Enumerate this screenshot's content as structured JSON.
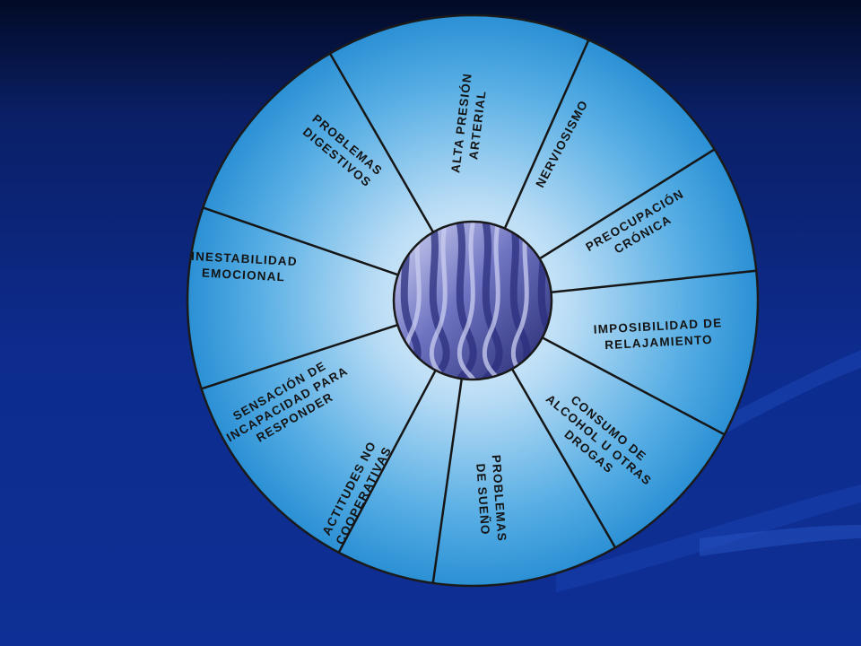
{
  "diagram": {
    "segments": [
      {
        "id": "alta-presion",
        "lines": [
          "ALTA PRESIÓN",
          "ARTERIAL"
        ]
      },
      {
        "id": "nerviosismo",
        "lines": [
          "NERVIOSISMO"
        ]
      },
      {
        "id": "preocupacion",
        "lines": [
          "PREOCUPACIÓN",
          "CRÓNICA"
        ]
      },
      {
        "id": "imposibilidad",
        "lines": [
          "IMPOSIBILIDAD DE",
          "RELAJAMIENTO"
        ]
      },
      {
        "id": "consumo",
        "lines": [
          "CONSUMO DE",
          "ALCOHOL U OTRAS",
          "DROGAS"
        ]
      },
      {
        "id": "problemas-sueno",
        "lines": [
          "PROBLEMAS",
          "DE SUEÑO"
        ]
      },
      {
        "id": "actitudes",
        "lines": [
          "ACTITUDES NO",
          "COOPERATIVAS"
        ]
      },
      {
        "id": "sensacion",
        "lines": [
          "SENSACIÓN DE",
          "INCAPACIDAD PARA",
          "RESPONDER"
        ]
      },
      {
        "id": "inestabilidad",
        "lines": [
          "INESTABILIDAD",
          "EMOCIONAL"
        ]
      },
      {
        "id": "problemas-digestivos",
        "lines": [
          "PROBLEMAS",
          "DIGESTIVOS"
        ]
      }
    ],
    "colors": {
      "wheel_center": "#e9f4fc",
      "wheel_edge": "#2e93d6",
      "divider": "#161616",
      "hub_dark": "#2b2f7e",
      "hub_light": "#c9cdf0"
    }
  }
}
